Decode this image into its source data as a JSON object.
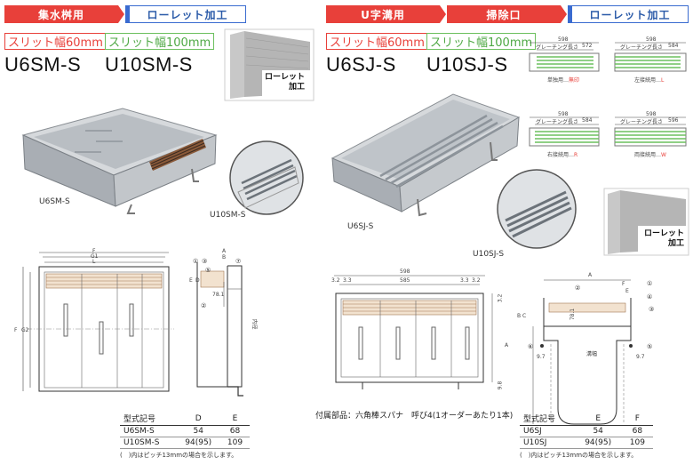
{
  "left": {
    "tags": [
      "集水桝用",
      "ローレット加工"
    ],
    "slits": [
      "スリット幅60mm",
      "スリット幅100mm"
    ],
    "models": [
      "U6SM-S",
      "U10SM-S"
    ],
    "knurl_label": [
      "ローレット",
      "加工"
    ],
    "photo_labels": [
      "U6SM-S",
      "U10SM-S"
    ],
    "dims": {
      "F": "F",
      "G1": "G1",
      "L": "L",
      "G2": "G2",
      "A": "A",
      "B": "B",
      "D": "D",
      "E": "E",
      "depth": "78.1",
      "inner": "内径"
    },
    "callouts": [
      "①",
      "③",
      "⑤",
      "②",
      "⑦"
    ],
    "table": {
      "headers": [
        "型式記号",
        "D",
        "E"
      ],
      "rows": [
        [
          "U6SM-S",
          "54",
          "68"
        ],
        [
          "U10SM-S",
          "94(95)",
          "109"
        ]
      ]
    },
    "note": "(　)内はピッチ13mmの場合を示します。"
  },
  "right": {
    "tags": [
      "U字溝用",
      "掃除口",
      "ローレット加工"
    ],
    "slits": [
      "スリット幅60mm",
      "スリット幅100mm"
    ],
    "models": [
      "U6SJ-S",
      "U10SJ-S"
    ],
    "knurl_label": [
      "ローレット",
      "加工"
    ],
    "photo_labels": [
      "U6SJ-S",
      "U10SJ-S"
    ],
    "variants": [
      {
        "total": "598",
        "label": "グレーチング長さ",
        "len": "572",
        "caption_a": "単独用…",
        "caption_b": "無印"
      },
      {
        "total": "598",
        "label": "グレーチング長さ",
        "len": "584",
        "caption_a": "左接続用…",
        "caption_b": "L"
      },
      {
        "total": "598",
        "label": "グレーチング長さ",
        "len": "584",
        "caption_a": "右接続用…",
        "caption_b": "R"
      },
      {
        "total": "598",
        "label": "グレーチング長さ",
        "len": "596",
        "caption_a": "両接続用…",
        "caption_b": "W"
      }
    ],
    "dims": {
      "total": "598",
      "inner": "585",
      "p1": "3.2",
      "p2": "3.3",
      "p3": "3.3",
      "p4": "3.2",
      "h1": "3.2",
      "h2": "9.8",
      "A": "A",
      "B": "B",
      "C": "C",
      "E": "E",
      "F": "F",
      "d781": "78.1",
      "d97a": "9.7",
      "d97b": "9.7",
      "inner_w": "溝幅"
    },
    "callouts": [
      "①",
      "②",
      "④",
      "③",
      "⑥",
      "⑤"
    ],
    "accessory": "付属部品：六角棒スパナ　呼び4(1オーダーあたり1本)",
    "table": {
      "headers": [
        "型式記号",
        "E",
        "F"
      ],
      "rows": [
        [
          "U6SJ",
          "54",
          "68"
        ],
        [
          "U10SJ",
          "94(95)",
          "109"
        ]
      ]
    },
    "note": "(　)内はピッチ13mmの場合を示します。"
  },
  "colors": {
    "red": "#e8403a",
    "blue": "#3a6bd0",
    "green": "#6cc05e"
  }
}
